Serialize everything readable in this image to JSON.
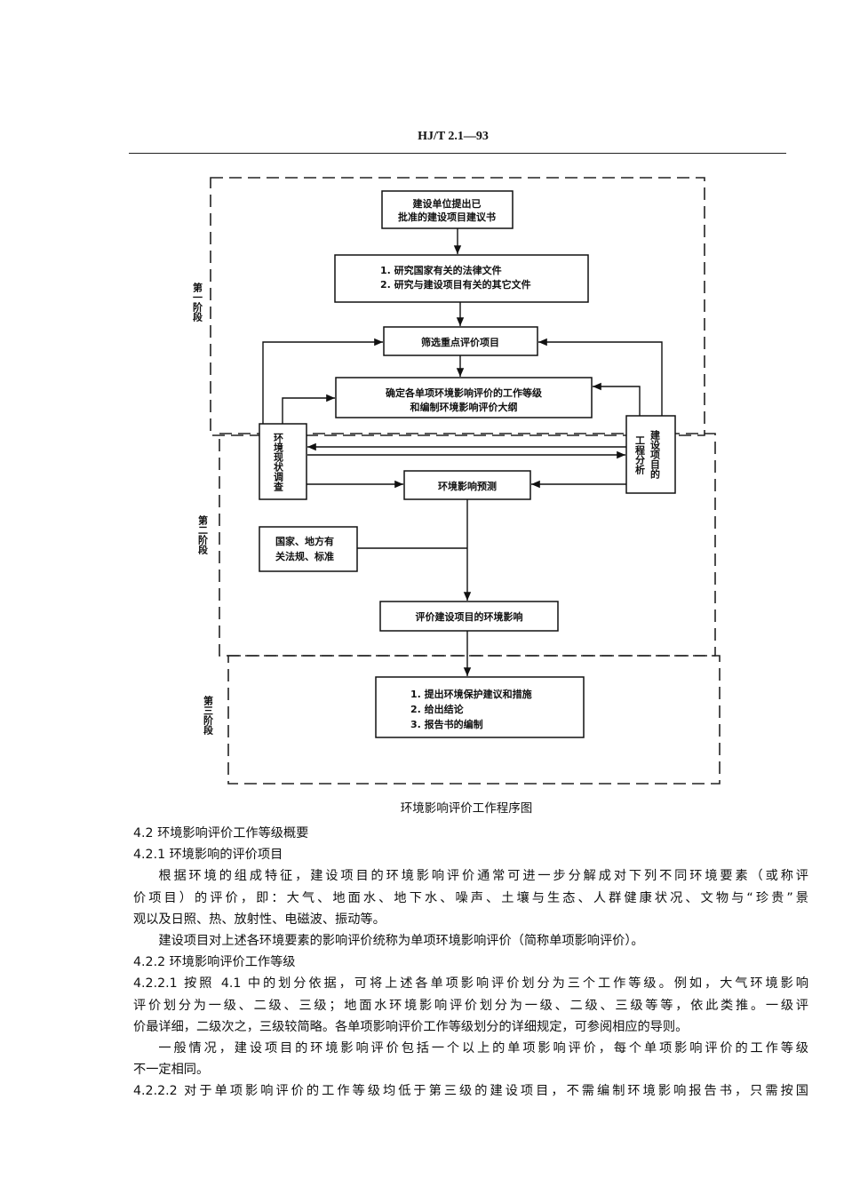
{
  "header": {
    "code": "HJ/T 2.1—93"
  },
  "flowchart": {
    "stages": [
      "第一阶段",
      "第二阶段",
      "第三阶段"
    ],
    "box1": [
      "建设单位提出已",
      "批准的建设项目建议书"
    ],
    "box2": [
      "1. 研究国家有关的法律文件",
      "2. 研究与建设项目有关的其它文件"
    ],
    "box3": "筛选重点评价项目",
    "box4": [
      "确定各单项环境影响评价的工作等级",
      "和编制环境影响评价大纲"
    ],
    "box5": "环境现状调查",
    "box6": [
      "建设项目的",
      "工程分析"
    ],
    "box7": "环境影响预测",
    "box8": [
      "国家、地方有",
      "关法规、标准"
    ],
    "box9": "评价建设项目的环境影响",
    "box10": [
      "1. 提出环境保护建议和措施",
      "2. 给出结论",
      "3. 报告书的编制"
    ],
    "caption": "环境影响评价工作程序图"
  },
  "text": {
    "s42": "4.2  环境影响评价工作等级概要",
    "s421": "4.2.1  环境影响的评价项目",
    "p1a": "根据环境的组成特征，建设项目的环境影响评价通常可进一步分解成对下列不同环境要素（或称评",
    "p1b": "价项目）的评价，即：大气、地面水、地下水、噪声、土壤与生态、人群健康状况、文物与“珍贵”景",
    "p1c": "观以及日照、热、放射性、电磁波、振动等。",
    "p2": "建设项目对上述各环境要素的影响评价统称为单项环境影响评价（简称单项影响评价）。",
    "s422": "4.2.2  环境影响评价工作等级",
    "p3a": "4.2.2.1  按照 4.1 中的划分依据，可将上述各单项影响评价划分为三个工作等级。例如，大气环境影响",
    "p3b": "评价划分为一级、二级、三级；地面水环境影响评价划分为一级、二级、三级等等，依此类推。一级评",
    "p3c": "价最详细，二级次之，三级较简略。各单项影响评价工作等级划分的详细规定，可参阅相应的导则。",
    "p4a": "一般情况，建设项目的环境影响评价包括一个以上的单项影响评价，每个单项影响评价的工作等级",
    "p4b": "不一定相同。",
    "p5": "4.2.2.2  对于单项影响评价的工作等级均低于第三级的建设项目，不需编制环境影响报告书，只需按国"
  }
}
